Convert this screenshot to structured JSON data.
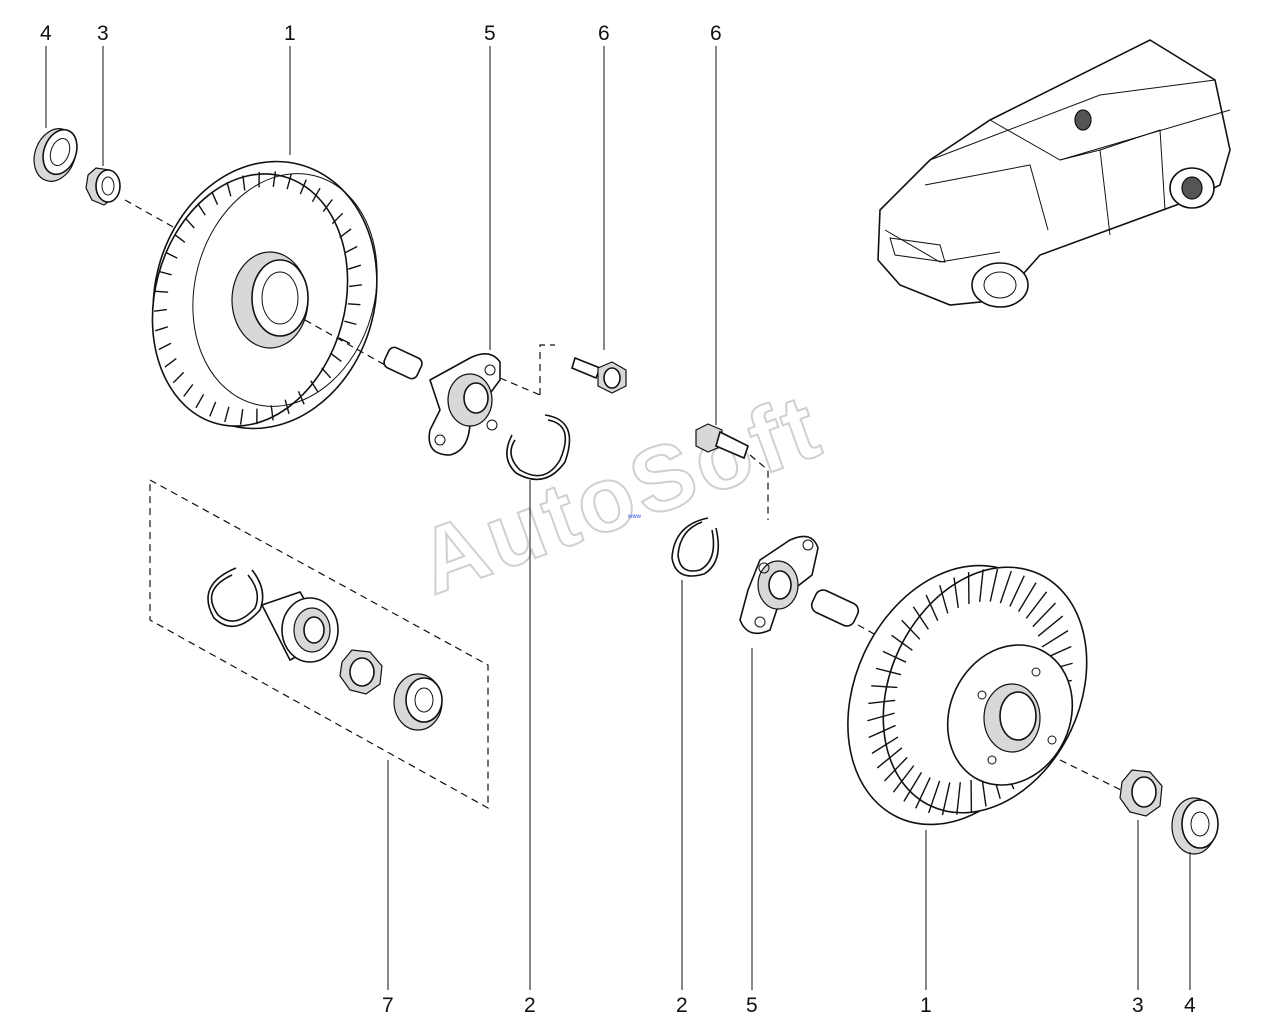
{
  "watermark": "AutoSoft",
  "tiny_tag": "www",
  "callouts": {
    "top": {
      "left_cap": "4",
      "left_nut": "3",
      "left_drum": "1",
      "left_hub": "5",
      "left_bolt": "6",
      "right_bolt": "6"
    },
    "bottom": {
      "bearing_kit": "7",
      "left_circlip": "2",
      "right_circlip": "2",
      "right_hub": "5",
      "right_drum": "1",
      "right_nut": "3",
      "right_cap": "4"
    }
  }
}
